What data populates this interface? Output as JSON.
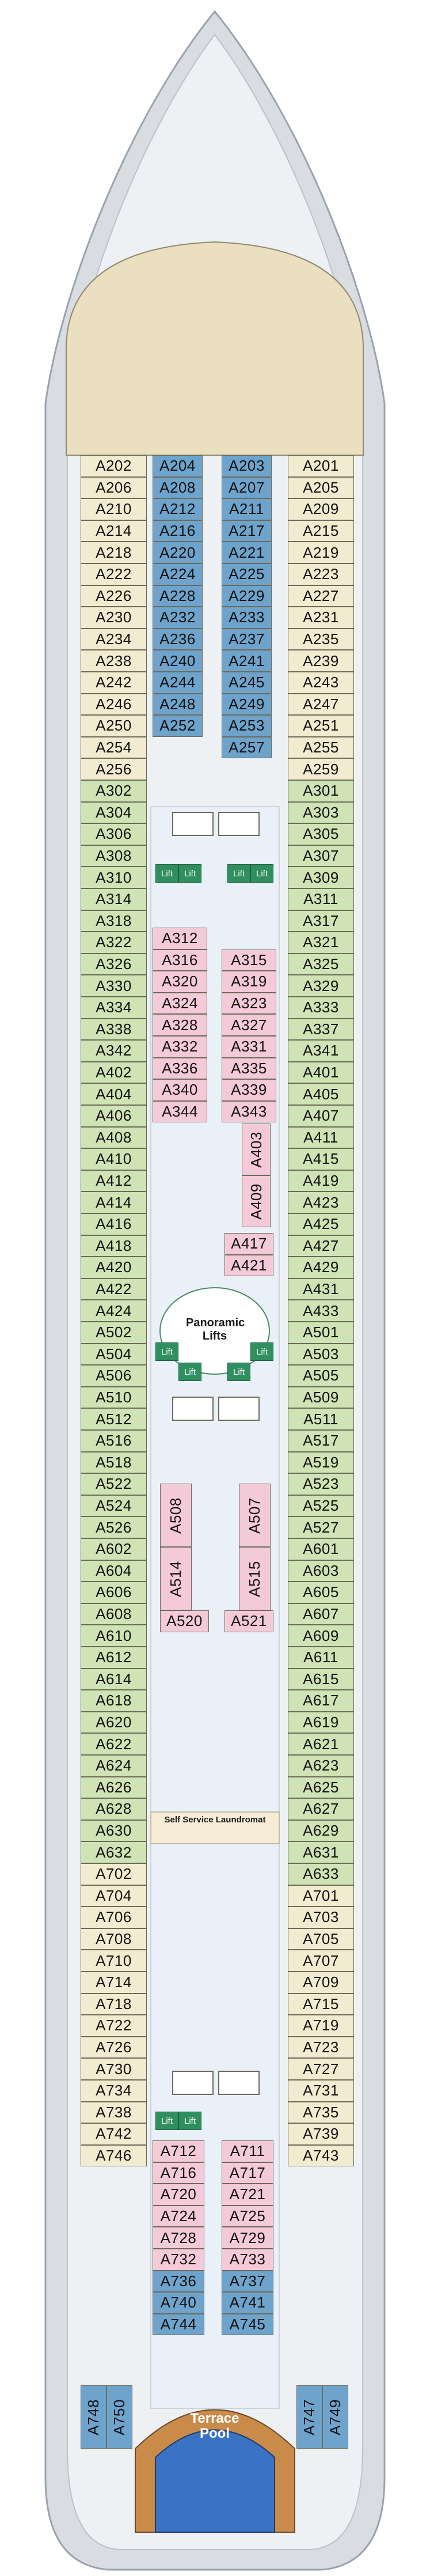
{
  "colors": {
    "hull": "#d9dde2",
    "outer_deck": "#eef1f4",
    "forward_area": "#eadfbf",
    "corridor": "#eaf0f8",
    "beige_cabin": "#f3ebcf",
    "blue_cabin": "#6ea3cc",
    "green_cabin": "#cfe3b4",
    "pink_cabin": "#f4c9d8",
    "lift": "#2f8f5f",
    "pool_deck": "#c98b4a"
  },
  "labels": {
    "panoramic_lifts": "Panoramic Lifts",
    "laundromat": "Self Service Laundromat",
    "lift": "Lift",
    "pool": "Terrace Pool"
  },
  "cabins": {
    "col1": [
      "A202",
      "A206",
      "A210",
      "A214",
      "A218",
      "A222",
      "A226",
      "A230",
      "A234",
      "A238",
      "A242",
      "A246",
      "A250",
      "A254",
      "A256",
      "A302",
      "A304",
      "A306",
      "A308",
      "A310",
      "A314",
      "A318",
      "A322",
      "A326",
      "A330",
      "A334",
      "A338",
      "A342",
      "A402",
      "A404",
      "A406",
      "A408",
      "A410",
      "A412",
      "A414",
      "A416",
      "A418",
      "A420",
      "A422",
      "A424",
      "A502",
      "A504",
      "A506",
      "A510",
      "A512",
      "A516",
      "A518",
      "A522",
      "A524",
      "A526",
      "A602",
      "A604",
      "A606",
      "A608",
      "A610",
      "A612",
      "A614",
      "A618",
      "A620",
      "A622",
      "A624",
      "A626",
      "A628",
      "A630",
      "A632",
      "A702",
      "A704",
      "A706",
      "A708",
      "A710",
      "A714",
      "A718",
      "A722",
      "A726",
      "A730",
      "A734",
      "A738",
      "A742",
      "A746"
    ],
    "col2": [
      "A204",
      "A208",
      "A212",
      "A216",
      "A220",
      "A224",
      "A228",
      "A232",
      "A236",
      "A240",
      "A244",
      "A248",
      "A252"
    ],
    "col3": [
      "A203",
      "A207",
      "A211",
      "A217",
      "A221",
      "A225",
      "A229",
      "A233",
      "A237",
      "A241",
      "A245",
      "A249",
      "A253",
      "A257"
    ],
    "col4": [
      "A201",
      "A205",
      "A209",
      "A215",
      "A219",
      "A223",
      "A227",
      "A231",
      "A235",
      "A239",
      "A243",
      "A247",
      "A251",
      "A255",
      "A259",
      "A301",
      "A303",
      "A305",
      "A307",
      "A309",
      "A311",
      "A317",
      "A321",
      "A325",
      "A329",
      "A333",
      "A337",
      "A341",
      "A401",
      "A405",
      "A407",
      "A411",
      "A415",
      "A419",
      "A423",
      "A425",
      "A427",
      "A429",
      "A431",
      "A433",
      "A501",
      "A503",
      "A505",
      "A509",
      "A511",
      "A517",
      "A519",
      "A523",
      "A525",
      "A527",
      "A601",
      "A603",
      "A605",
      "A607",
      "A609",
      "A611",
      "A615",
      "A617",
      "A619",
      "A621",
      "A623",
      "A625",
      "A627",
      "A629",
      "A631",
      "A633",
      "A701",
      "A703",
      "A705",
      "A707",
      "A709",
      "A715",
      "A719",
      "A723",
      "A727",
      "A731",
      "A735",
      "A739",
      "A743"
    ],
    "inner_left": [
      "A312",
      "A316",
      "A320",
      "A324",
      "A328",
      "A332",
      "A336",
      "A340",
      "A344"
    ],
    "inner_right": [
      "A315",
      "A319",
      "A323",
      "A327",
      "A331",
      "A335",
      "A339",
      "A343"
    ],
    "inner_mid": [
      "A403",
      "A409",
      "A417",
      "A421"
    ],
    "inner_aft_left": [
      "A508",
      "A514",
      "A520"
    ],
    "inner_aft_right": [
      "A507",
      "A515",
      "A521"
    ],
    "aft_inner_left": [
      "A712",
      "A716",
      "A720",
      "A724",
      "A728",
      "A732",
      "A736",
      "A740",
      "A744"
    ],
    "aft_inner_right": [
      "A711",
      "A717",
      "A721",
      "A725",
      "A729",
      "A733",
      "A737",
      "A741",
      "A745"
    ],
    "stern": [
      "A748",
      "A750",
      "A747",
      "A749"
    ]
  }
}
